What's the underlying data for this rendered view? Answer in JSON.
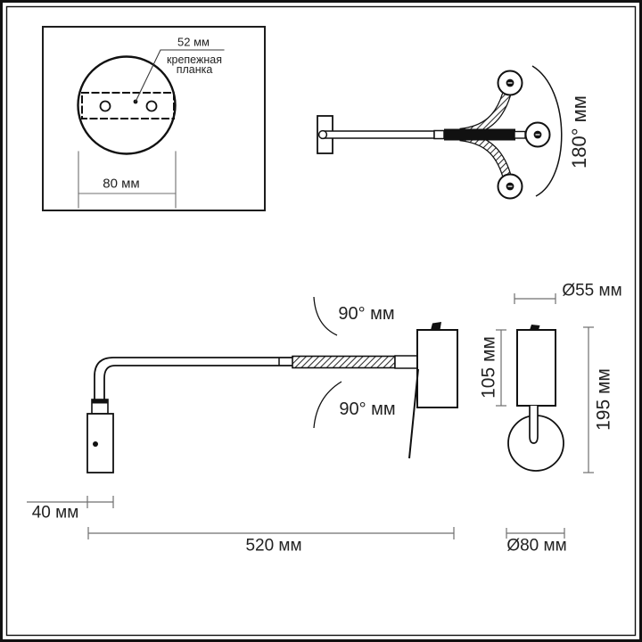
{
  "figure": {
    "type": "technical-drawing",
    "subject": "wall-mounted flexible reading lamp dimensions",
    "views": {
      "mounting_plate": {
        "callout_value": "52 мм",
        "callout_label_line1": "крепежная",
        "callout_label_line2": "планка",
        "plate_width": "80 мм"
      },
      "top_view": {
        "swivel_range": "180° мм"
      },
      "side_view": {
        "tilt_up": "90° мм",
        "tilt_down": "90° мм",
        "head_width": "40 мм",
        "arm_length": "520 мм"
      },
      "front_view": {
        "shade_diameter": "Ø55 мм",
        "body_height": "105 мм",
        "total_height": "195 мм",
        "bulb_diameter": "Ø80 мм"
      }
    },
    "colors": {
      "line": "#111111",
      "dimension": "#6f6f6f",
      "background": "#ffffff"
    }
  }
}
